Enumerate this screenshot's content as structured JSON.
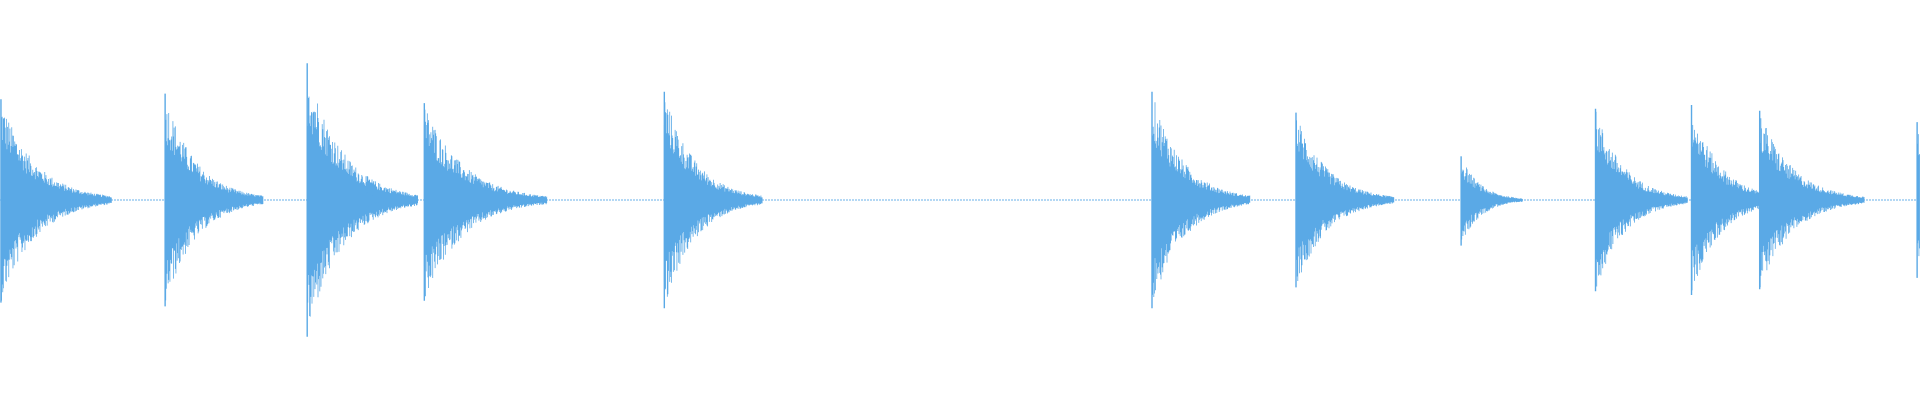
{
  "waveform": {
    "color": "#5aa9e6",
    "background": "#ffffff",
    "duration_ratio_note_free": true,
    "silence_gaps": [
      {
        "start": 0.025,
        "end": 0.08
      },
      {
        "start": 0.125,
        "end": 0.16
      },
      {
        "start": 0.225,
        "end": 0.34
      },
      {
        "start": 0.37,
        "end": 0.6
      },
      {
        "start": 0.64,
        "end": 0.675
      },
      {
        "start": 0.705,
        "end": 0.76
      }
    ],
    "transients": [
      {
        "pos": 0.0005,
        "peak": 0.53,
        "neg": 0.54,
        "decay": 0.018
      },
      {
        "pos": 0.086,
        "peak": 0.56,
        "neg": 0.56,
        "decay": 0.016
      },
      {
        "pos": 0.16,
        "peak": 0.72,
        "neg": 0.72,
        "decay": 0.018
      },
      {
        "pos": 0.19,
        "peak": 0.05,
        "neg": 0.05,
        "decay": 0.006
      },
      {
        "pos": 0.221,
        "peak": 0.51,
        "neg": 0.53,
        "decay": 0.02
      },
      {
        "pos": 0.346,
        "peak": 0.57,
        "neg": 0.57,
        "decay": 0.016
      },
      {
        "pos": 0.6,
        "peak": 0.57,
        "neg": 0.57,
        "decay": 0.016
      },
      {
        "pos": 0.633,
        "peak": 0.02,
        "neg": 0.02,
        "decay": 0.004
      },
      {
        "pos": 0.675,
        "peak": 0.46,
        "neg": 0.46,
        "decay": 0.016
      },
      {
        "pos": 0.761,
        "peak": 0.23,
        "neg": 0.24,
        "decay": 0.01
      },
      {
        "pos": 0.831,
        "peak": 0.48,
        "neg": 0.48,
        "decay": 0.015
      },
      {
        "pos": 0.881,
        "peak": 0.5,
        "neg": 0.5,
        "decay": 0.015
      },
      {
        "pos": 0.9165,
        "peak": 0.47,
        "neg": 0.47,
        "decay": 0.017
      },
      {
        "pos": 0.9985,
        "peak": 0.41,
        "neg": 0.41,
        "decay": 0.004
      }
    ]
  }
}
